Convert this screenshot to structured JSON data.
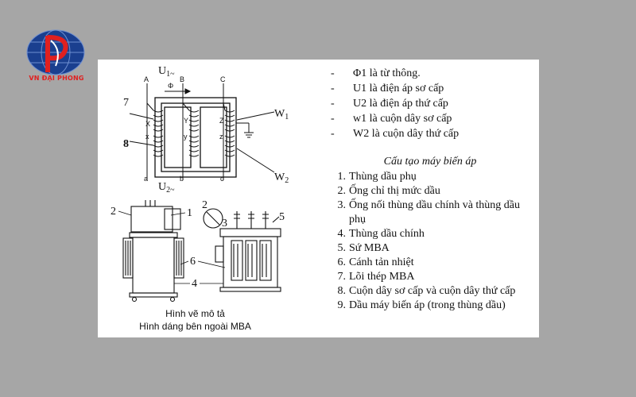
{
  "logo": {
    "text": "VN ĐẠI PHONG",
    "colors": {
      "globe": "#1a3f8f",
      "accent": "#e02020"
    }
  },
  "diagram": {
    "phase_labels_top": [
      "A",
      "B",
      "C"
    ],
    "phase_labels_bottom": [
      "a",
      "b",
      "c"
    ],
    "u1": "U",
    "u1_sub": "1~",
    "u2": "U",
    "u2_sub": "2~",
    "flux": "Φ",
    "w1": "W",
    "w1_sub": "1",
    "w2": "W",
    "w2_sub": "2",
    "left_numbers": [
      "7",
      "8"
    ],
    "coil_labels": [
      "X",
      "Y",
      "Z",
      "x",
      "y",
      "z"
    ],
    "part_numbers": [
      "2",
      "1",
      "2",
      "3",
      "5",
      "6",
      "4"
    ],
    "caption_line1": "Hình vẽ mô tả",
    "caption_line2": "Hình dáng bên ngoài MBA"
  },
  "definitions": [
    {
      "dash": "-",
      "text": "Φ1 là từ thông."
    },
    {
      "dash": "-",
      "text": "U1  là điện áp sơ cấp"
    },
    {
      "dash": "-",
      "text": "U2  là điện áp thứ cấp"
    },
    {
      "dash": "-",
      "text": "w1 là cuộn dây sơ cấp"
    },
    {
      "dash": "-",
      "text": "W2 là cuộn dây thứ cấp"
    }
  ],
  "structure_title": "Cấu tạo máy biến áp",
  "parts": [
    {
      "num": "1.",
      "text": "Thùng dầu phụ"
    },
    {
      "num": "2.",
      "text": "Ống chỉ thị mức dầu"
    },
    {
      "num": "3.",
      "text": "Ống nối thùng dầu chính và thùng dầu phụ"
    },
    {
      "num": "4.",
      "text": "Thùng dầu chính"
    },
    {
      "num": "5.",
      "text": "Sứ MBA"
    },
    {
      "num": "6.",
      "text": "Cánh tản nhiệt"
    },
    {
      "num": "7.",
      "text": "Lõi thép MBA"
    },
    {
      "num": "8.",
      "text": "Cuộn dây sơ cấp và cuộn dây thứ cấp"
    },
    {
      "num": "9.",
      "text": "Dầu máy biến áp (trong thùng dầu)"
    }
  ]
}
